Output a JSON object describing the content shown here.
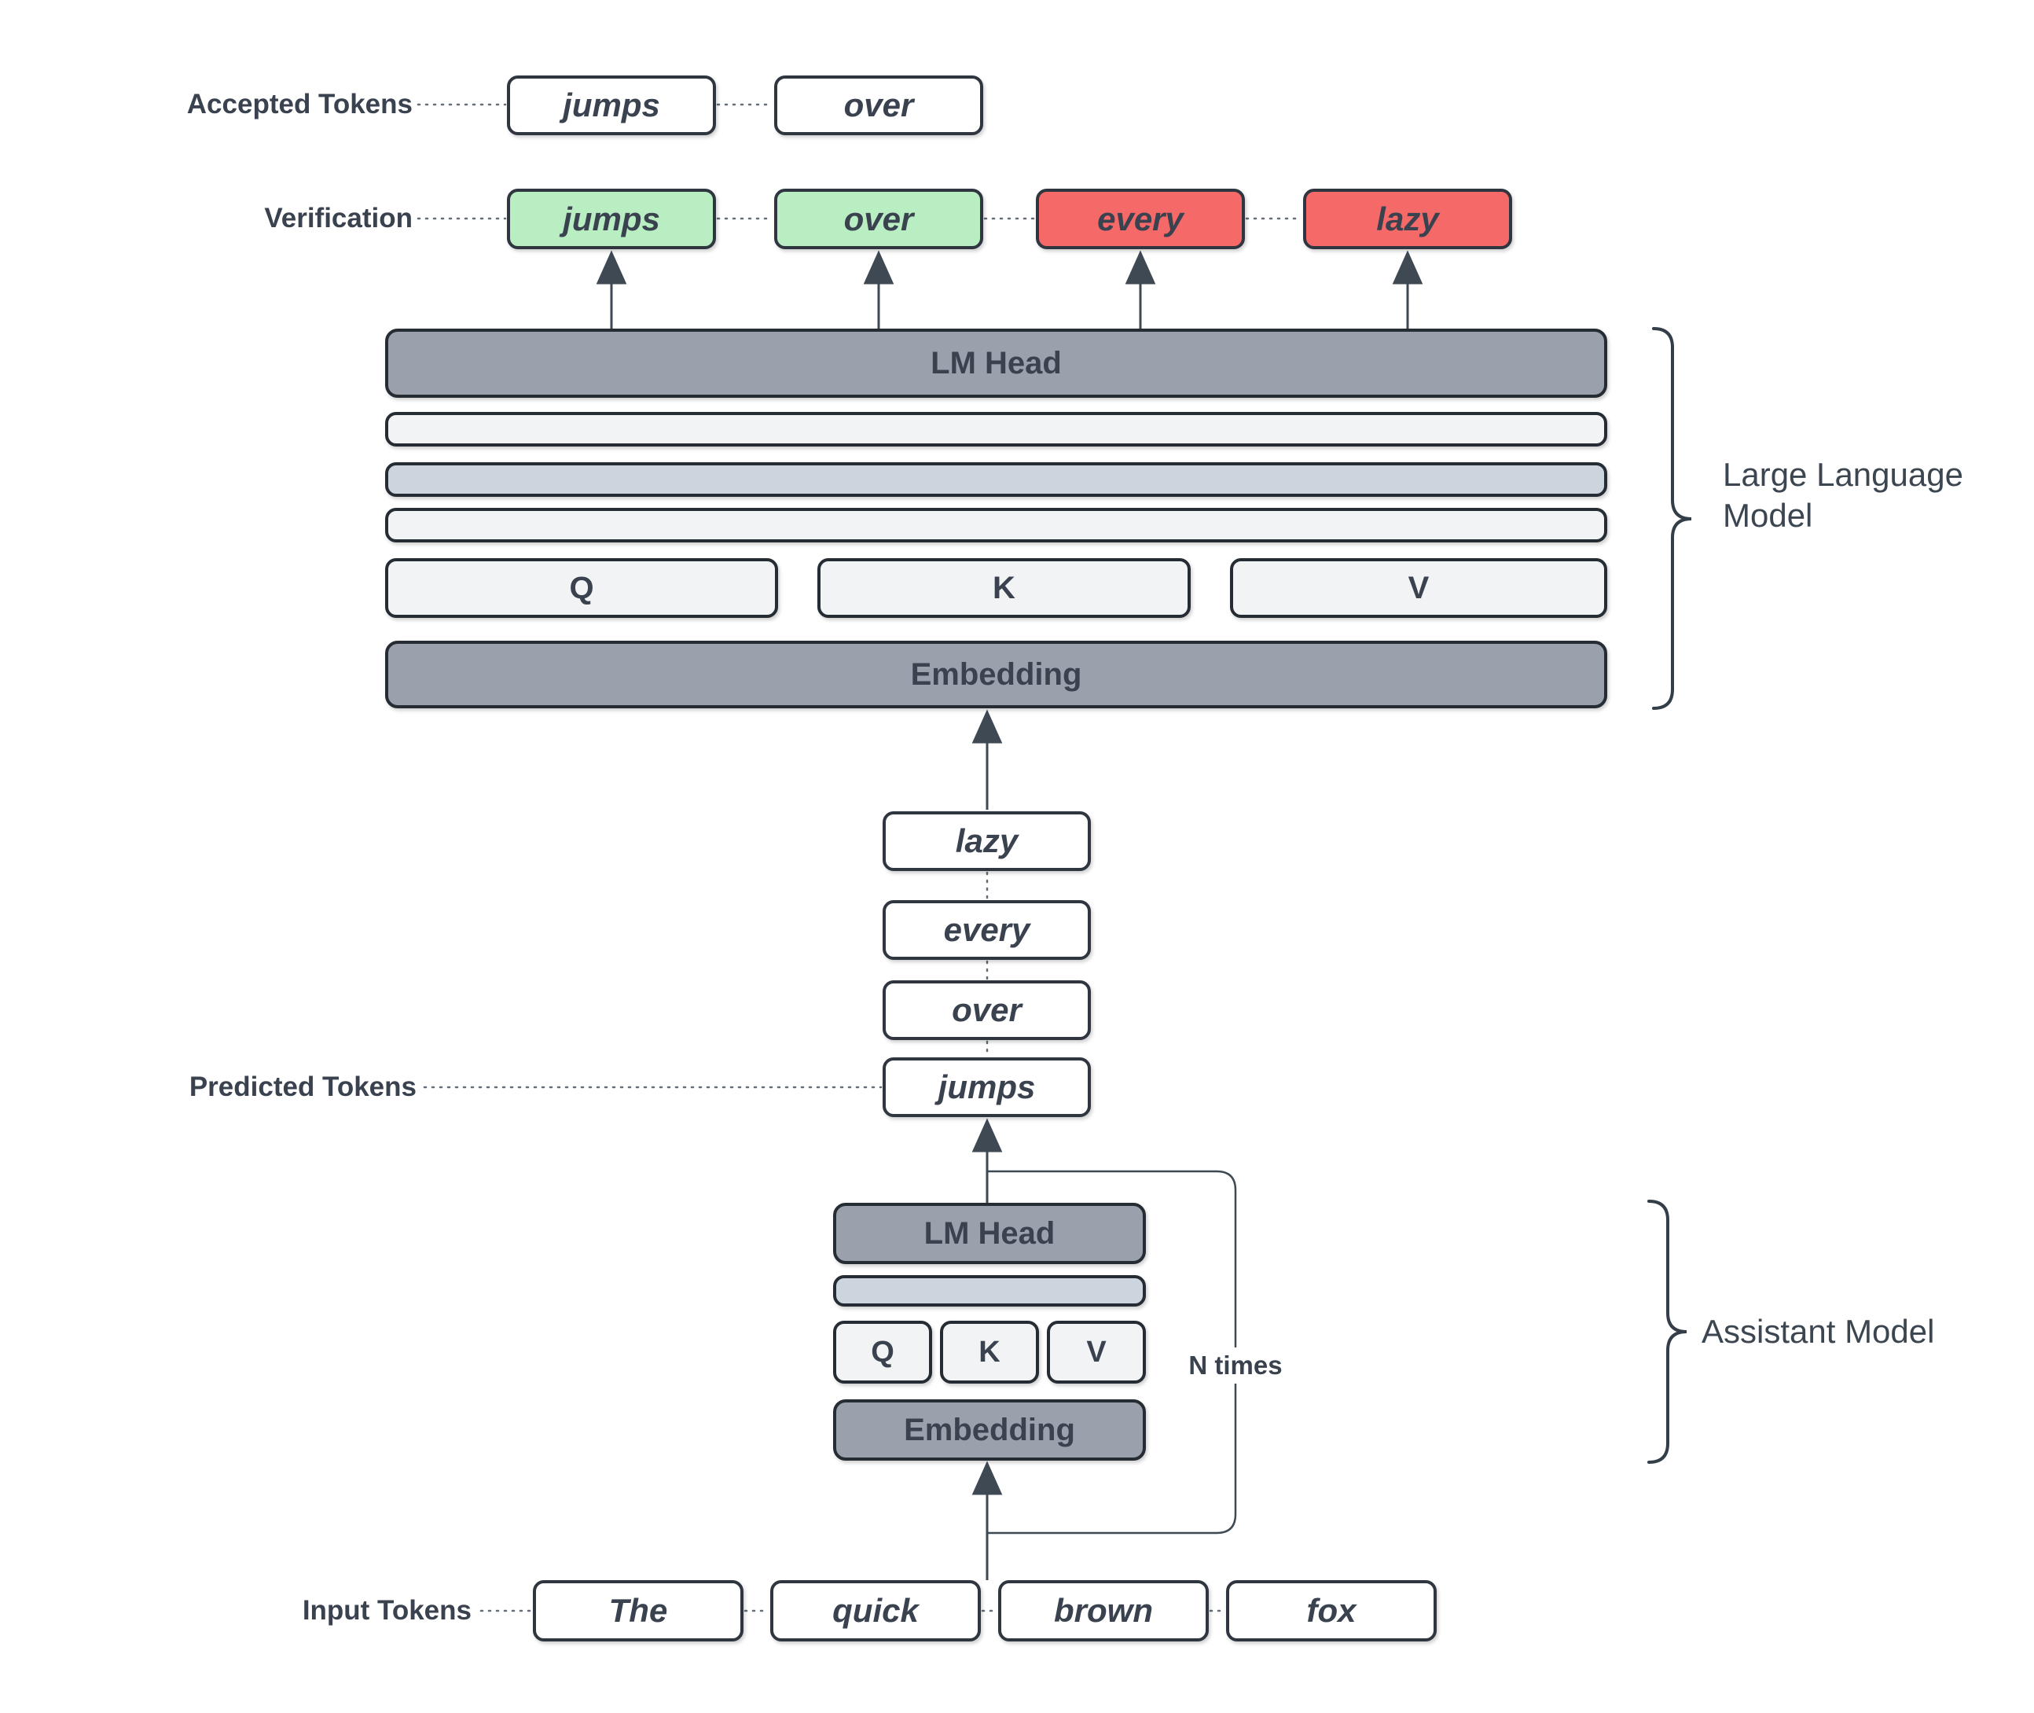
{
  "colors": {
    "accepted_green": "#b9edc2",
    "rejected_red": "#f56969",
    "bar_dark": "#9aa1ac",
    "bar_light": "#f1f3f5",
    "bar_blue": "#ccd4de",
    "box_border": "#2f3640",
    "line": "#3f4954",
    "text": "#39424e"
  },
  "rows": {
    "accepted": {
      "label": "Accepted Tokens",
      "tokens": [
        "jumps",
        "over"
      ]
    },
    "verification": {
      "label": "Verification",
      "tokens": [
        {
          "text": "jumps",
          "status": "accepted"
        },
        {
          "text": "over",
          "status": "accepted"
        },
        {
          "text": "every",
          "status": "rejected"
        },
        {
          "text": "lazy",
          "status": "rejected"
        }
      ]
    },
    "predicted": {
      "label": "Predicted Tokens",
      "tokens": [
        "lazy",
        "every",
        "over",
        "jumps"
      ]
    },
    "input": {
      "label": "Input Tokens",
      "tokens": [
        "The",
        "quick",
        "brown",
        "fox"
      ]
    }
  },
  "llm": {
    "brace_label": "Large Language Model",
    "lm_head": "LM Head",
    "q": "Q",
    "k": "K",
    "v": "V",
    "embedding": "Embedding"
  },
  "assistant": {
    "brace_label": "Assistant Model",
    "lm_head": "LM Head",
    "q": "Q",
    "k": "K",
    "v": "V",
    "embedding": "Embedding",
    "loop_label": "N times"
  }
}
